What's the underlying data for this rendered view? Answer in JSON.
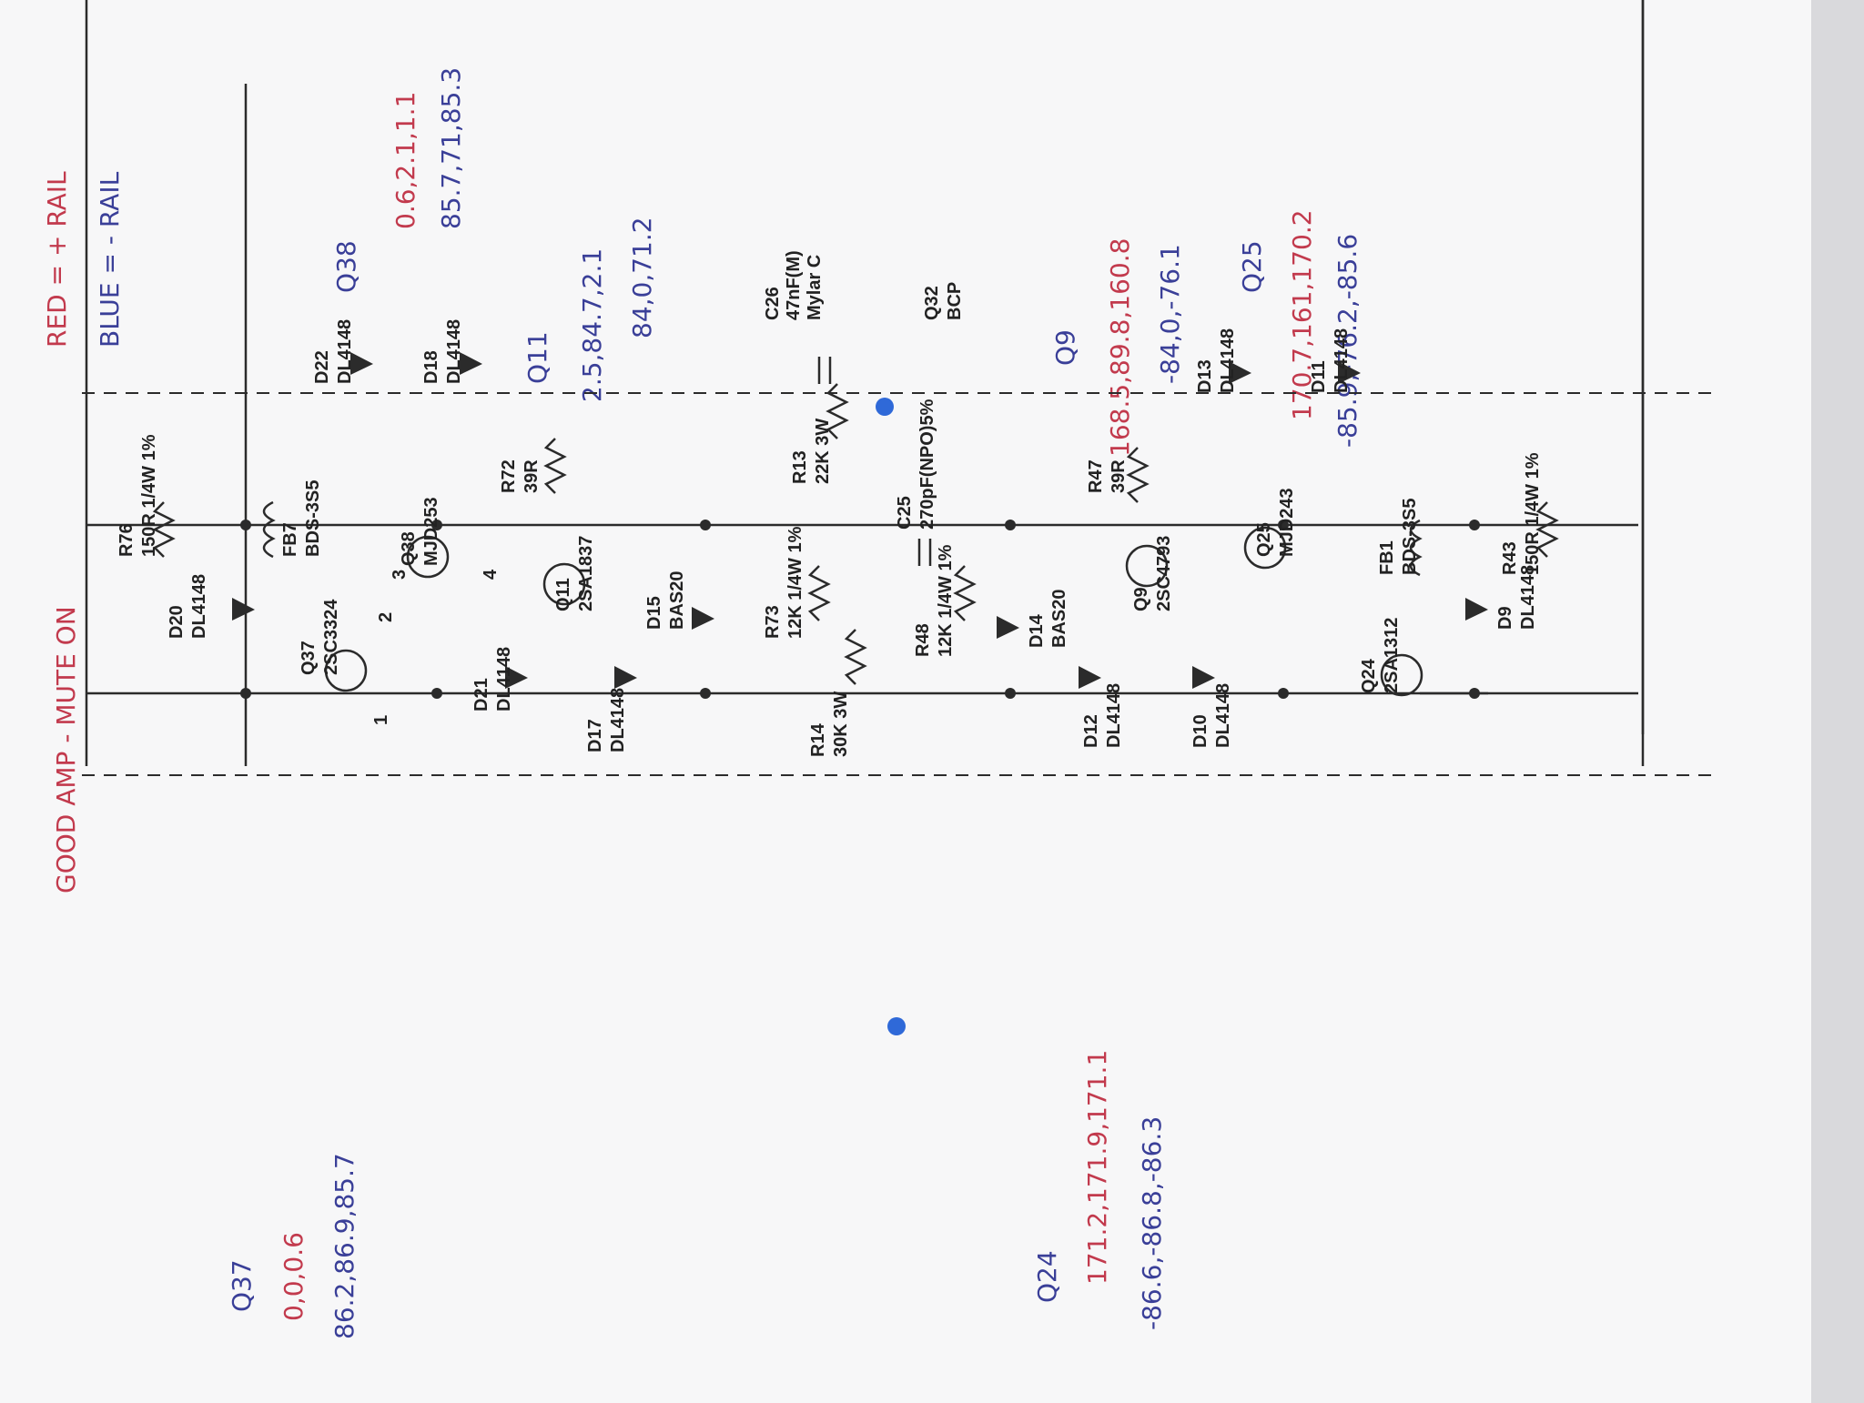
{
  "notes": {
    "title": "GOOD AMP - MUTE ON",
    "legend_red": "RED = + RAIL",
    "legend_blue": "BLUE = - RAIL",
    "q37": {
      "label": "Q37",
      "red": "0,0,0.6",
      "blue": "86.2,86.9,85.7"
    },
    "q38": {
      "label": "Q38",
      "red": "0.6,2.1,1.1",
      "blue": "85.7,71,85.3"
    },
    "q11": {
      "label": "Q11",
      "red": "2.5,84.7,2.1",
      "blue": "84,0,71.2"
    },
    "q9": {
      "label": "Q9",
      "red": "168.5,89.8,160.8",
      "blue": "-84,0,-76.1"
    },
    "q25": {
      "label": "Q25",
      "red": "170.7,161,170.2",
      "blue": "-85.9,-76.2,-85.6"
    },
    "q24": {
      "label": "Q24",
      "red": "171.2,171.9,171.1",
      "blue": "-86.6,-86.8,-86.3"
    }
  },
  "components": {
    "R76": {
      "ref": "R76",
      "value": "150R 1/4W 1%"
    },
    "D20": {
      "ref": "D20",
      "value": "DL4148"
    },
    "FB7": {
      "ref": "FB7",
      "value": "BDS-3S5"
    },
    "D22": {
      "ref": "D22",
      "value": "DL4148"
    },
    "Q37": {
      "ref": "Q37",
      "value": "2SC3324"
    },
    "Q38": {
      "ref": "Q38",
      "value": "MJD253"
    },
    "D18": {
      "ref": "D18",
      "value": "DL4148"
    },
    "D21": {
      "ref": "D21",
      "value": "DL4148"
    },
    "R72": {
      "ref": "R72",
      "value": "39R"
    },
    "Q11": {
      "ref": "Q11",
      "value": "2SA1837"
    },
    "D17": {
      "ref": "D17",
      "value": "DL4148"
    },
    "D15": {
      "ref": "D15",
      "value": "BAS20"
    },
    "C26": {
      "ref": "C26",
      "value": "47nF(M)",
      "extra": "Mylar C"
    },
    "Q32": {
      "ref": "Q32",
      "value": "BCP"
    },
    "R13": {
      "ref": "R13",
      "value": "22K 3W"
    },
    "C25": {
      "ref": "C25",
      "value": "270pF(NPO)5%"
    },
    "R73": {
      "ref": "R73",
      "value": "12K 1/4W 1%"
    },
    "R14": {
      "ref": "R14",
      "value": "30K 3W"
    },
    "R48": {
      "ref": "R48",
      "value": "12K 1/4W 1%"
    },
    "D14": {
      "ref": "D14",
      "value": "BAS20"
    },
    "R47": {
      "ref": "R47",
      "value": "39R"
    },
    "Q9": {
      "ref": "Q9",
      "value": "2SC4793"
    },
    "D12": {
      "ref": "D12",
      "value": "DL4148"
    },
    "D13": {
      "ref": "D13",
      "value": "DL4148"
    },
    "Q25": {
      "ref": "Q25",
      "value": "MJD243"
    },
    "D10": {
      "ref": "D10",
      "value": "DL4148"
    },
    "D11": {
      "ref": "D11",
      "value": "DL4148"
    },
    "FB1": {
      "ref": "FB1",
      "value": "BDS-3S5"
    },
    "Q24": {
      "ref": "Q24",
      "value": "2SA1312"
    },
    "D9": {
      "ref": "D9",
      "value": "DL4148"
    },
    "R43": {
      "ref": "R43",
      "value": "150R 1/4W 1%"
    }
  },
  "pins": {
    "one": "1",
    "two": "2",
    "three": "3",
    "four": "4"
  },
  "colors": {
    "paper": "#f7f7f8",
    "ink": "#2b2b2b",
    "red_pen": "#c23a4d",
    "blue_pen": "#3a3f98"
  }
}
